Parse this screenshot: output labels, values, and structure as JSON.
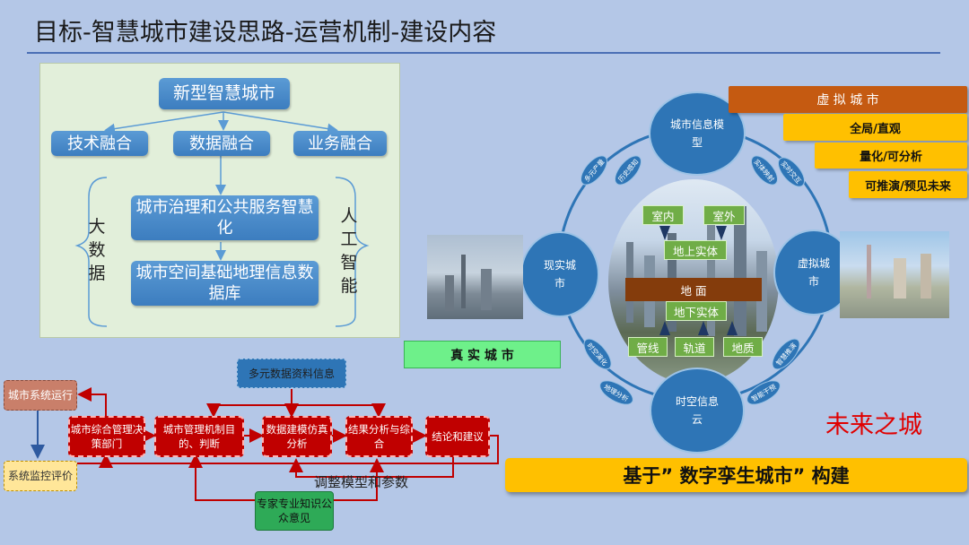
{
  "title": "目标-智慧城市建设思路-运营机制-建设内容",
  "panel1": {
    "top": "新型智慧城市",
    "row": [
      "技术融合",
      "数据融合",
      "业务融合"
    ],
    "mid": "城市治理和公共服务智慧化",
    "bottom": "城市空间基础地理信息数据库",
    "left_label": [
      "大",
      "数",
      "据"
    ],
    "right_label": [
      "人",
      "工",
      "智",
      "能"
    ]
  },
  "flow": {
    "source": "多元数据资料信息",
    "city_op": "城市系统运行",
    "monitor": "系统监控评价",
    "steps": [
      "城市综合管理决策部门",
      "城市管理机制目的、判断",
      "数据建模仿真分析",
      "结果分析与综合",
      "结论和建议"
    ],
    "adjust": "调整模型和参数",
    "expert": "专家专业知识公众意见"
  },
  "twin": {
    "top": "城市信息模型",
    "left": "现实城市",
    "right": "虚拟城市",
    "bottom": "时空信息云",
    "ellipses": [
      "多元产量",
      "历史感知",
      "实体映射",
      "实时交互",
      "时空演化",
      "智慧推演",
      "智能干预",
      "地理分析"
    ],
    "center": [
      "室内",
      "室外",
      "地上实体",
      "地 面",
      "地下实体",
      "管线",
      "轨道",
      "地质"
    ],
    "real_city": "真 实 城 市",
    "future": "未来之城",
    "banner": "基于” 数字孪生城市” 构建",
    "tags": [
      "虚 拟 城 市",
      "全局/直观",
      "量化/可分析",
      "可推演/预见未来"
    ]
  }
}
